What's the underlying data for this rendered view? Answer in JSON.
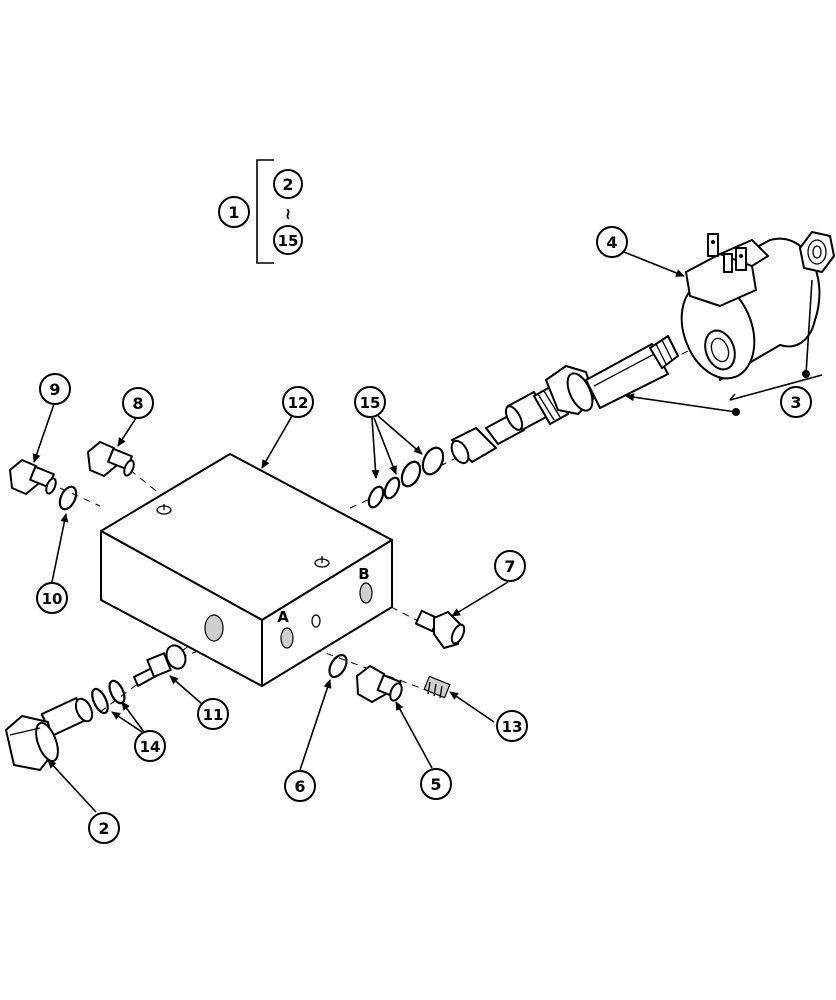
{
  "legend": {
    "assembly": "1",
    "range_start": "2",
    "range_symbol": "≀",
    "range_end": "15"
  },
  "callouts": {
    "c2": "2",
    "c3": "3",
    "c4": "4",
    "c5": "5",
    "c6": "6",
    "c7": "7",
    "c8": "8",
    "c9": "9",
    "c10": "10",
    "c11": "11",
    "c12": "12",
    "c13": "13",
    "c14": "14",
    "c15": "15"
  },
  "port_labels": {
    "a": "A",
    "b": "B"
  }
}
